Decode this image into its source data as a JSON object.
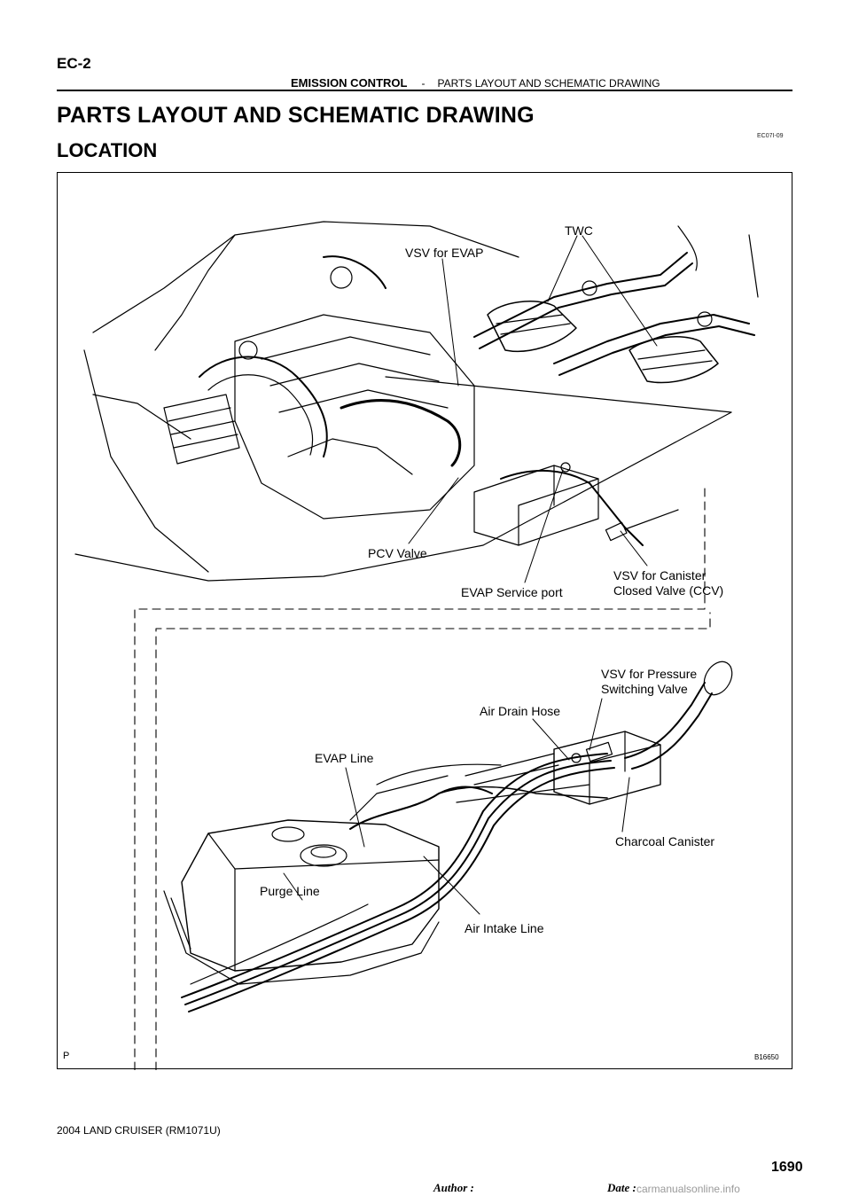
{
  "header": {
    "page_code": "EC-2",
    "section": "EMISSION CONTROL",
    "separator": "-",
    "subsection": "PARTS LAYOUT AND SCHEMATIC DRAWING"
  },
  "title": "PARTS LAYOUT AND SCHEMATIC DRAWING",
  "subtitle": "LOCATION",
  "doc_code": "EC07I-09",
  "figure": {
    "code": "B16650",
    "corner_mark": "P",
    "labels": {
      "twc": "TWC",
      "vsv_evap": "VSV for EVAP",
      "pcv_valve": "PCV Valve",
      "evap_service_port": "EVAP Service port",
      "vsv_canister_line1": "VSV for Canister",
      "vsv_canister_line2": "Closed Valve (CCV)",
      "vsv_pressure_line1": "VSV for Pressure",
      "vsv_pressure_line2": "Switching Valve",
      "air_drain_hose": "Air Drain Hose",
      "evap_line": "EVAP Line",
      "charcoal_canister": "Charcoal Canister",
      "purge_line": "Purge Line",
      "air_intake_line": "Air Intake Line"
    }
  },
  "footer": {
    "model": "2004 LAND CRUISER   (RM1071U)",
    "page_number": "1690",
    "author_label": "Author :",
    "date_label": "Date :",
    "watermark": "carmanualsonline.info"
  }
}
